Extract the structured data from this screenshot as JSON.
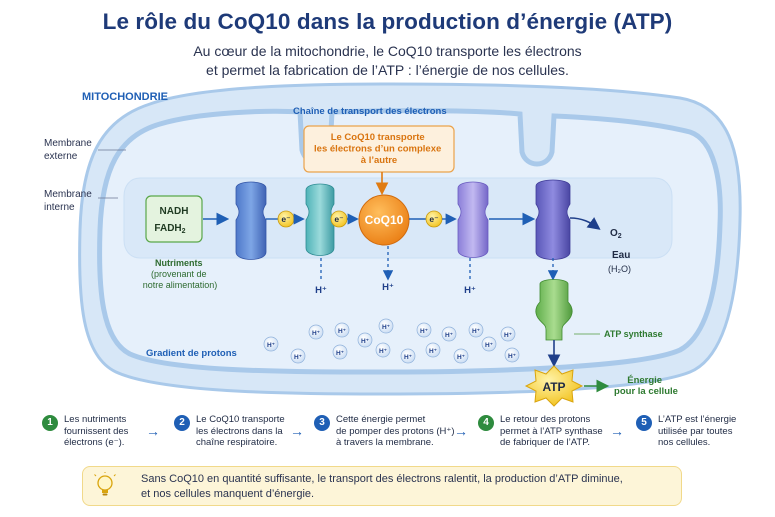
{
  "title": "Le rôle du CoQ10 dans la production d’énergie (ATP)",
  "subtitle": {
    "line1": "Au cœur de la mitochondrie, le CoQ10 transporte les électrons",
    "line2": "et permet la fabrication de l’ATP : l’énergie de nos cellules."
  },
  "diagram": {
    "mitochondria_label": "MITOCHONDRIE",
    "outer_membrane": [
      "Membrane",
      "externe"
    ],
    "inner_membrane": [
      "Membrane",
      "interne"
    ],
    "chain_label": "Chaîne de transport des électrons",
    "callout": [
      "Le CoQ10 transporte",
      "les électrons d’un complexe",
      "à l’autre"
    ],
    "nadh": "NADH",
    "fadh": "FADH",
    "fadh_sub": "2",
    "nutrients": [
      "Nutriments",
      "(provenant de",
      "notre alimentation)"
    ],
    "electron": "e⁻",
    "coq10": "CoQ10",
    "proton": "H⁺",
    "o2": "O",
    "o2_sub": "2",
    "water": "Eau",
    "water_formula": "(H₂O)",
    "atp_synthase": "ATP synthase",
    "gradient_label": "Gradient de protons",
    "atp": "ATP",
    "energy": [
      "Énergie",
      "pour la cellule"
    ]
  },
  "steps": [
    {
      "number": "1",
      "lines": [
        "Les nutriments",
        "fournissent des",
        "électrons (e⁻)."
      ]
    },
    {
      "number": "2",
      "lines": [
        "Le CoQ10 transporte",
        "les électrons dans la",
        "chaîne respiratoire."
      ]
    },
    {
      "number": "3",
      "lines": [
        "Cette énergie permet",
        "de pomper des protons (H⁺)",
        "à travers la membrane."
      ]
    },
    {
      "number": "4",
      "lines": [
        "Le retour des protons",
        "permet à l’ATP synthase",
        "de fabriquer de l’ATP."
      ]
    },
    {
      "number": "5",
      "lines": [
        "L’ATP est l’énergie",
        "utilisée par toutes",
        "nos cellules."
      ]
    }
  ],
  "note": {
    "line1": "Sans CoQ10 en quantité suffisante, le transport des électrons ralentit, la production d’ATP diminue,",
    "line2": "et nos cellules manquent d’énergie."
  },
  "colors": {
    "step1": "#2e8b3e",
    "step2": "#1f5fb5",
    "step3": "#1f5fb5",
    "step4": "#2e8b3e",
    "step5": "#1f5fb5",
    "coq10": "#f08a1c",
    "atp": "#f5b51c",
    "membrane": "#9cc3e8",
    "matrix": "#dbeaf8"
  }
}
